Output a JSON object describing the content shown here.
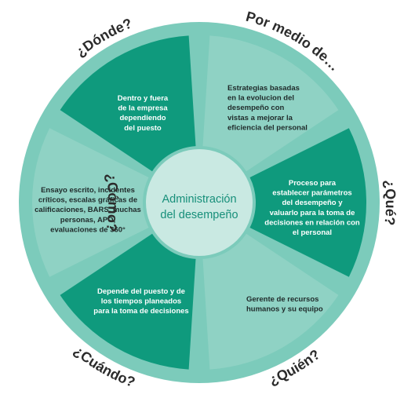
{
  "colors": {
    "ring": "#7ccbbb",
    "dark_segment": "#0f9a7d",
    "light_segment": "#8fd2c4",
    "center_fill": "#c9e9e2",
    "center_text": "#178f7a",
    "label_text": "#2b2b2b",
    "dark_text": "#ffffff",
    "light_text": "#1f2a2a"
  },
  "center": {
    "lines": [
      "Administración",
      "del desempeño"
    ]
  },
  "segments": [
    {
      "id": "donde",
      "question": "¿Dónde?",
      "tone": "dark",
      "text_lines": [
        "Dentro y fuera",
        "de la empresa",
        "dependiendo",
        "del puesto"
      ]
    },
    {
      "id": "por-medio",
      "question": "Por medio de…",
      "tone": "light",
      "text_lines": [
        "Estrategias basadas",
        "en la evolucion del",
        "desempeño con",
        "vistas a mejorar la",
        "eficiencia del personal"
      ]
    },
    {
      "id": "que",
      "question": "¿Qué?",
      "tone": "dark",
      "text_lines": [
        "Proceso para",
        "establecer parámetros",
        "del desempeño y",
        "valuarlo para la toma de",
        "decisiones en relación con",
        "el personal"
      ]
    },
    {
      "id": "quien",
      "question": "¿Quién?",
      "tone": "light",
      "text_lines": [
        "Gerente de recursos",
        "humanos y su equipo"
      ]
    },
    {
      "id": "cuando",
      "question": "¿Cuándo?",
      "tone": "dark",
      "text_lines": [
        "Depende del puesto y de",
        "los tiempos planeados",
        "para la toma de decisiones"
      ]
    },
    {
      "id": "como",
      "question": "¿Cómo?",
      "tone": "light",
      "text_lines": [
        "Ensayo escrito, incidentes",
        "críticos, escalas gráficas de",
        "calificaciones, BARS, muchas",
        "personas, APO,",
        "evaluaciones de 360°"
      ]
    }
  ]
}
